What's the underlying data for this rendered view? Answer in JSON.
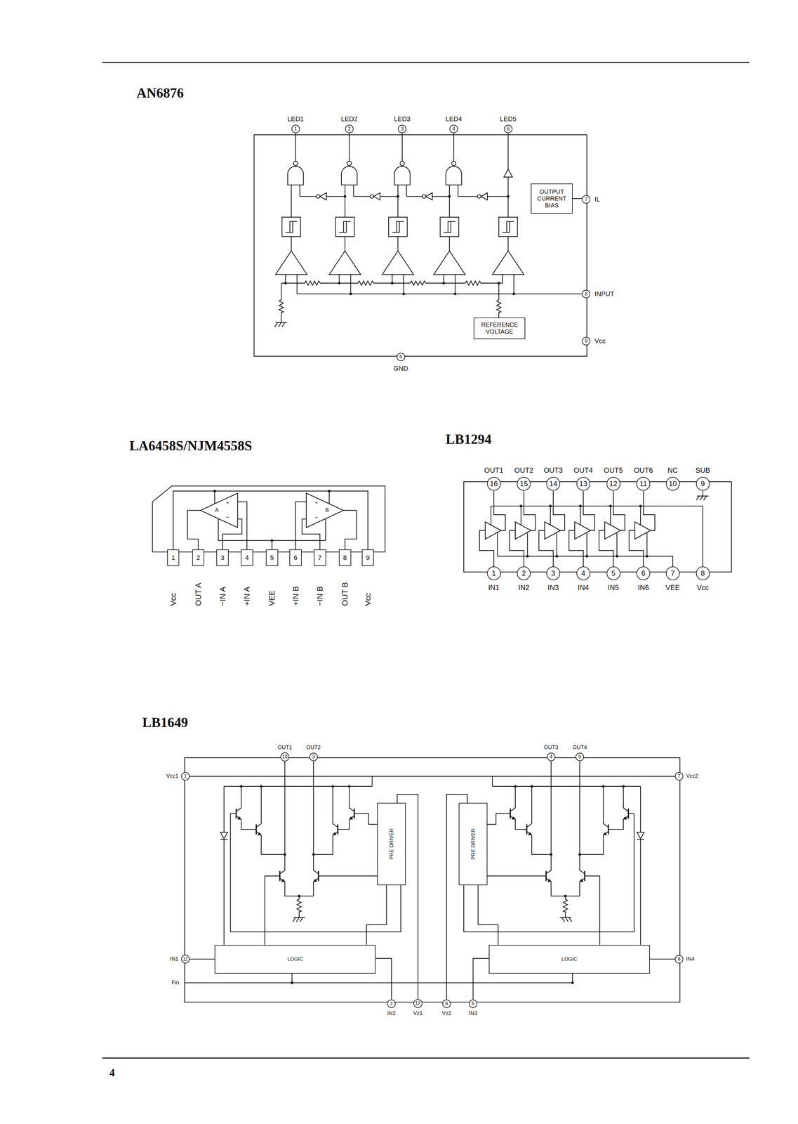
{
  "diagram": {
    "nodes": [
      {
        "text": [
          "1"
        ]
      },
      {
        "text": [
          "2"
        ]
      },
      {
        "text": [
          "3"
        ]
      },
      {
        "text": [
          "4"
        ]
      },
      {
        "text": [
          "6"
        ]
      },
      {
        "text": [
          "OUTPUT CURRENT BIAS"
        ]
      },
      {
        "text": [
          "7"
        ]
      },
      {
        "text": [
          "8"
        ]
      },
      {
        "text": [
          "REFERENCE VOLTAGE"
        ]
      },
      {
        "text": [
          "9"
        ]
      },
      {
        "text": [
          "5"
        ]
      },
      {
        "text": [
          "1"
        ]
      },
      {
        "text": [
          "2"
        ]
      },
      {
        "text": [
          "3"
        ]
      },
      {
        "text": [
          "4"
        ]
      },
      {
        "text": [
          "5"
        ]
      },
      {
        "text": [
          "6"
        ]
      },
      {
        "text": [
          "7"
        ]
      },
      {
        "text": [
          "8"
        ]
      },
      {
        "text": [
          "9"
        ]
      },
      {
        "text": [
          "16"
        ]
      },
      {
        "text": [
          "15"
        ]
      },
      {
        "text": [
          "14"
        ]
      },
      {
        "text": [
          "13"
        ]
      },
      {
        "text": [
          "12"
        ]
      },
      {
        "text": [
          "11"
        ]
      },
      {
        "text": [
          "10"
        ]
      },
      {
        "text": [
          "9"
        ]
      },
      {
        "text": [
          "1"
        ]
      },
      {
        "text": [
          "2"
        ]
      },
      {
        "text": [
          "3"
        ]
      },
      {
        "text": [
          "4"
        ]
      },
      {
        "text": [
          "5"
        ]
      },
      {
        "text": [
          "6"
        ]
      },
      {
        "text": [
          "7"
        ]
      },
      {
        "text": [
          "8"
        ]
      },
      {
        "text": [
          "10"
        ]
      },
      {
        "text": [
          "3"
        ]
      },
      {
        "text": [
          "4"
        ]
      },
      {
        "text": [
          "9"
        ]
      },
      {
        "text": [
          "1"
        ]
      },
      {
        "text": [
          "7"
        ]
      },
      {
        "text": [
          "PRE DRIVER"
        ]
      },
      {
        "text": [
          "PRE DRIVER"
        ]
      },
      {
        "text": [
          "11"
        ]
      },
      {
        "text": [
          "LOGIC"
        ]
      },
      {
        "text": [
          "LOGIC"
        ]
      },
      {
        "text": [
          "8"
        ]
      },
      {
        "text": [
          "2"
        ]
      },
      {
        "text": [
          "12"
        ]
      },
      {
        "text": [
          "6"
        ]
      },
      {
        "text": [
          "5"
        ]
      }
    ],
    "edges": [
      {
        "from": 6,
        "to": 5,
        "arrow": "none"
      },
      {
        "from": 40,
        "to": 41,
        "arrow": "none"
      },
      {
        "from": 44,
        "to": 45,
        "arrow": "none"
      },
      {
        "from": 47,
        "to": 46,
        "arrow": "none"
      },
      {
        "from": 48,
        "to": 45,
        "arrow": "none"
      },
      {
        "from": 51,
        "to": 46,
        "arrow": "none"
      },
      {
        "from": 49,
        "to": 42,
        "arrow": "none"
      },
      {
        "from": 50,
        "to": 43,
        "arrow": "none"
      },
      {
        "from": 45,
        "to": 42,
        "arrow": "none"
      },
      {
        "from": 46,
        "to": 43,
        "arrow": "none"
      }
    ],
    "labels": [
      "AN6876",
      "LED1",
      "LED2",
      "LED3",
      "LED4",
      "LED5",
      "IL",
      "INPUT",
      "Vcc",
      "GND",
      "LA6458S/NJM4558S",
      "A",
      "+",
      "−",
      "B",
      "+",
      "−",
      "Vcc",
      "OUT A",
      "−IN A",
      "+IN A",
      "VEE",
      "+IN B",
      "−IN B",
      "OUT B",
      "Vcc",
      "LB1294",
      "OUT1",
      "OUT2",
      "OUT3",
      "OUT4",
      "OUT5",
      "OUT6",
      "NC",
      "SUB",
      "IN1",
      "IN2",
      "IN3",
      "IN4",
      "IN5",
      "IN6",
      "VEE",
      "Vcc",
      "LB1649",
      "OUT1",
      "OUT2",
      "OUT3",
      "OUT4",
      "Vcc1",
      "IN1",
      "Fin",
      "Vcc2",
      "IN4",
      "IN2",
      "Vz1",
      "Vz2",
      "IN3",
      "4"
    ]
  }
}
